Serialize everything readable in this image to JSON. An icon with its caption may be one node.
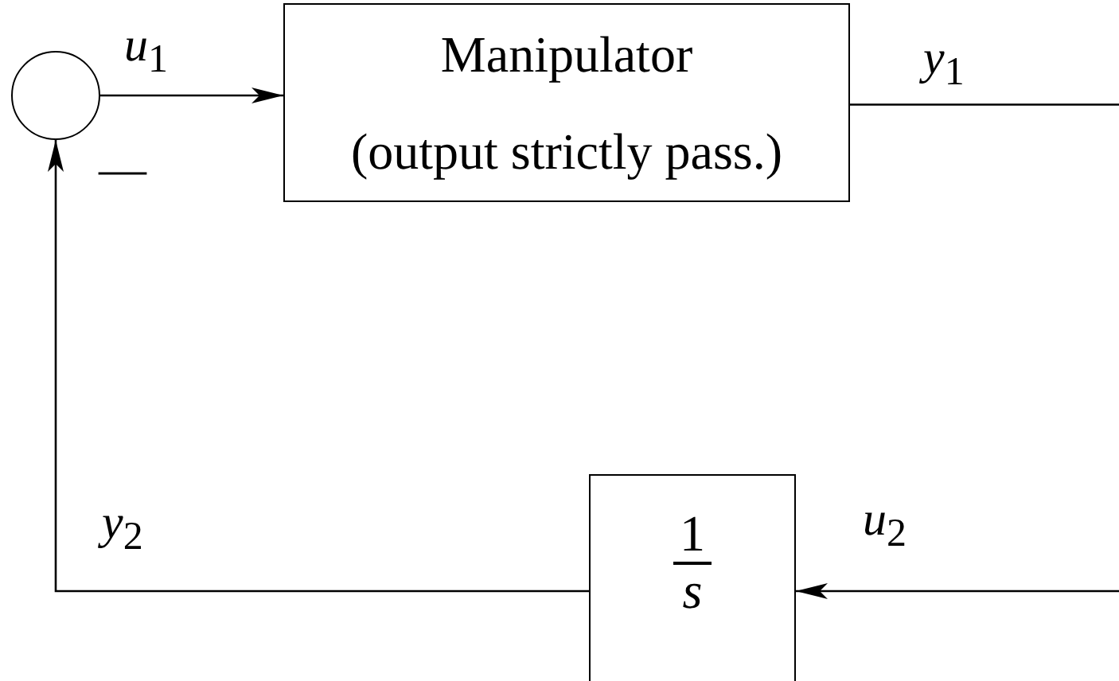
{
  "diagram": {
    "nodes": [
      {
        "text": [],
        "shape": "circle"
      },
      {
        "text": [
          "Manipulator",
          "(output strictly pass.)"
        ]
      },
      {
        "text": [
          "1",
          "*s*"
        ]
      }
    ],
    "edges": [
      {
        "from": 0,
        "to": 1,
        "arrow": "to",
        "label": "*u*$_{1}$"
      },
      {
        "from": 1,
        "to": null,
        "arrow": "none",
        "label": "*y*$_{1}$"
      },
      {
        "from": null,
        "to": 2,
        "arrow": "to",
        "label": "*u*$_{2}$"
      },
      {
        "from": 2,
        "to": 0,
        "arrow": "to",
        "label": "*y*$_{2}$"
      }
    ],
    "labels": [
      "—"
    ]
  }
}
